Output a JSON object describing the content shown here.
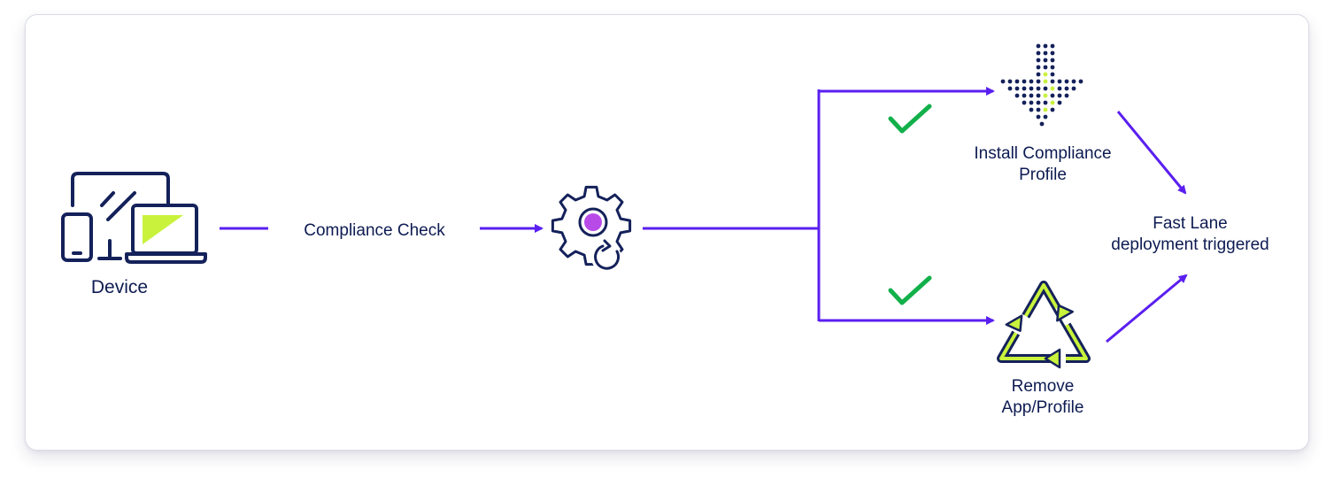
{
  "colors": {
    "navy": "#14215a",
    "purple": "#5a1ff0",
    "lime": "#c8f23c",
    "magenta": "#b84be8",
    "green": "#12b04a"
  },
  "nodes": {
    "device": {
      "label": "Device",
      "icon": "devices-icon"
    },
    "compliance_check": {
      "label": "Compliance Check"
    },
    "engine": {
      "icon": "gear-refresh-icon"
    },
    "install": {
      "line1": "Install Compliance",
      "line2": "Profile",
      "icon": "download-arrow-icon"
    },
    "remove": {
      "line1": "Remove",
      "line2": "App/Profile",
      "icon": "recycle-icon"
    },
    "fast_lane": {
      "line1": "Fast Lane",
      "line2": "deployment triggered"
    }
  },
  "checks": [
    "check-icon",
    "check-icon"
  ]
}
